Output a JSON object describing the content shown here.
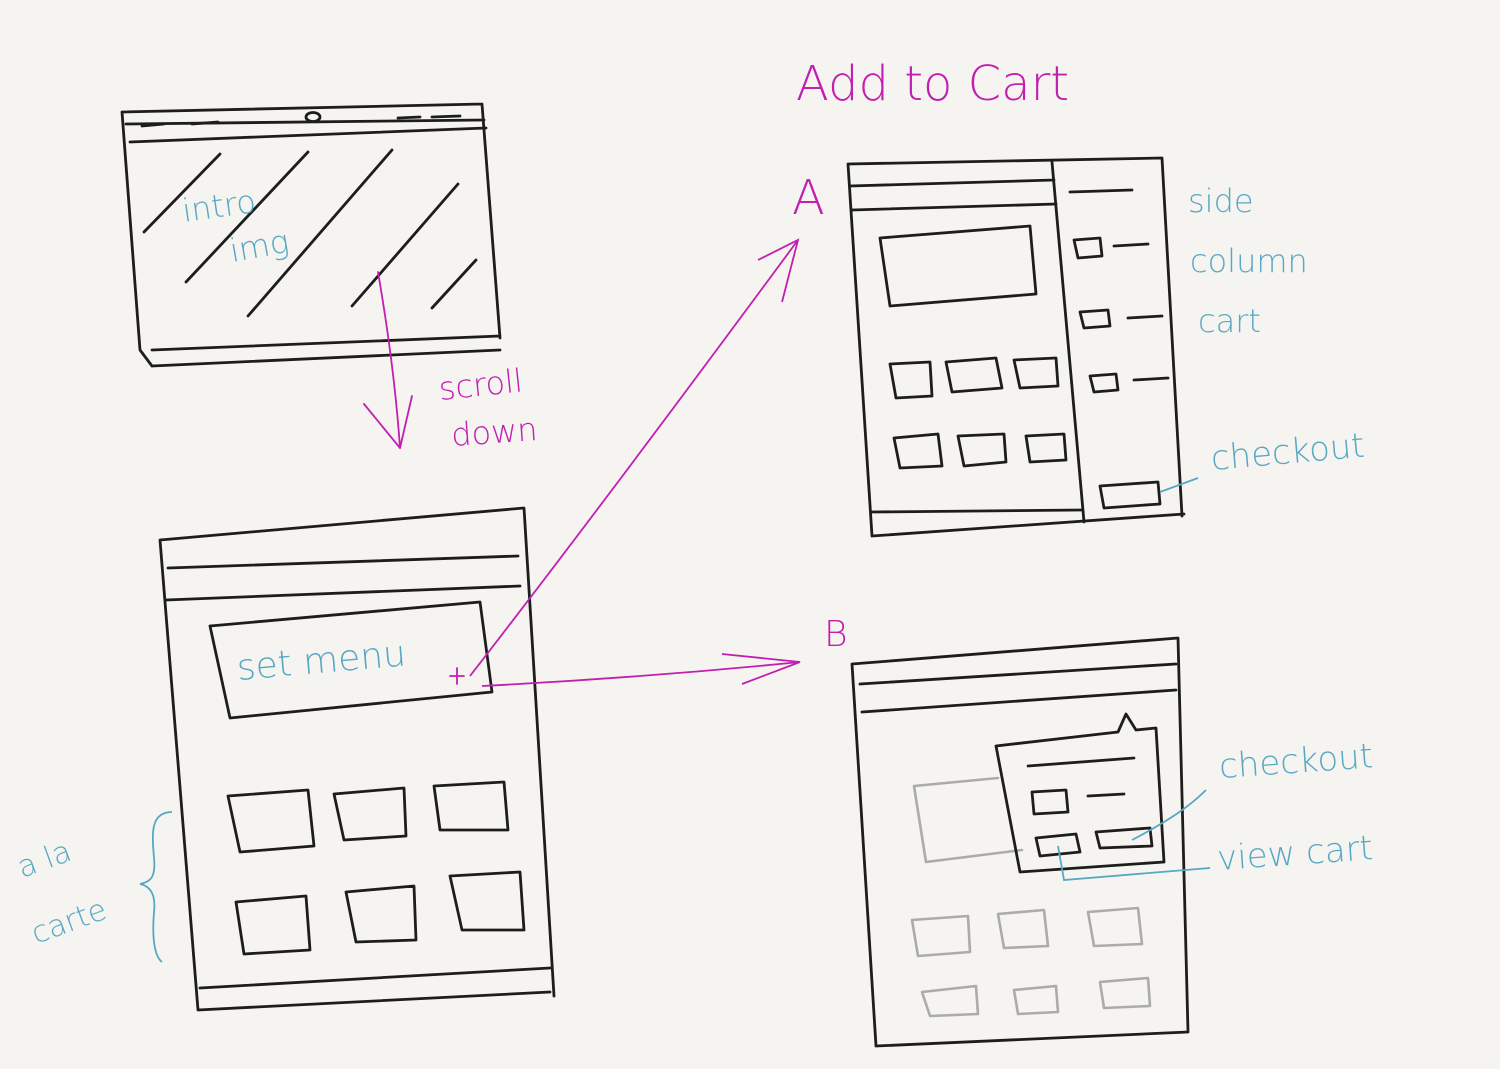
{
  "title": "Add to Cart",
  "intro_frame": {
    "label_line1": "intro",
    "label_line2": "img"
  },
  "scroll_note": {
    "line1": "scroll",
    "line2": "down"
  },
  "menu_frame": {
    "set_menu_label": "set menu",
    "plus_symbol": "+"
  },
  "a_la_carte": {
    "line1": "a la",
    "line2": "carte"
  },
  "option_a": {
    "label": "A",
    "side_cart_line1": "side",
    "side_cart_line2": "column",
    "side_cart_line3": "cart",
    "checkout_label": "checkout"
  },
  "option_b": {
    "label": "B",
    "checkout_label": "checkout",
    "view_cart_label": "view cart"
  },
  "colors": {
    "ink": "#1d1d1d",
    "magenta": "#c21fb1",
    "blue": "#58a8c4",
    "faded": "#ababab",
    "paper": "#f5f4f1"
  }
}
